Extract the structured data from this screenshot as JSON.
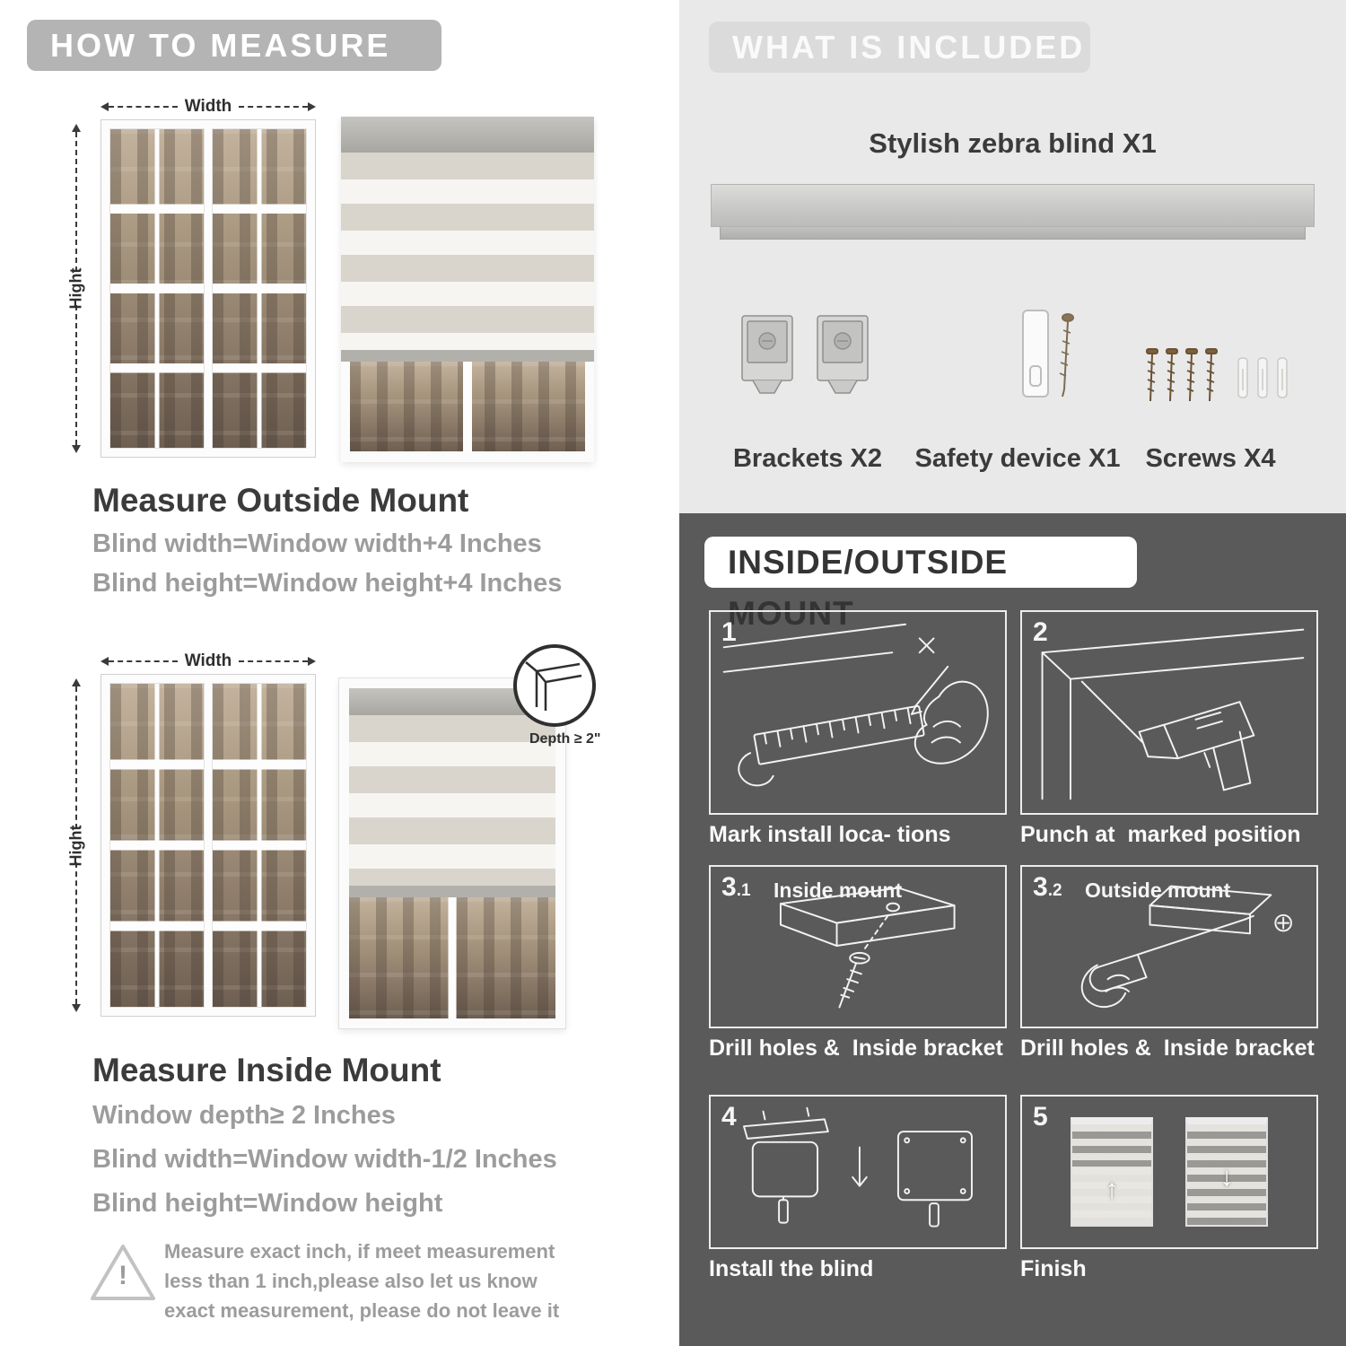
{
  "colors": {
    "pill_gray": "#b4b4b4",
    "panel_light": "#e9e9e9",
    "panel_dark": "#5a5a5a",
    "heading_text": "#3b3b3b",
    "muted_text": "#9c9c9c"
  },
  "left": {
    "header": "HOW TO MEASURE",
    "outside": {
      "width_label": "Width",
      "height_label": "Hight",
      "heading": "Measure Outside Mount",
      "lines": [
        "Blind width=Window width+4 Inches",
        "Blind height=Window height+4 Inches"
      ]
    },
    "inside": {
      "width_label": "Width",
      "height_label": "Hight",
      "depth_callout": "Depth ≥ 2\"",
      "heading": "Measure Inside Mount",
      "lines": [
        "Window depth≥ 2 Inches",
        "Blind width=Window width-1/2 Inches",
        "Blind height=Window height"
      ]
    },
    "note": {
      "warning_glyph": "!",
      "text": "Measure exact inch, if meet measurement less than 1 inch,please also let us know exact measurement, please do not leave it"
    }
  },
  "right": {
    "included": {
      "header": "WHAT IS INCLUDED",
      "blind_label": "Stylish zebra blind X1",
      "items": [
        {
          "label": "Brackets X2",
          "icon": "brackets-icon"
        },
        {
          "label": "Safety device X1",
          "icon": "safety-device-icon"
        },
        {
          "label": "Screws X4",
          "icon": "screws-icon"
        }
      ]
    },
    "mount": {
      "header": "INSIDE/OUTSIDE MOUNT",
      "steps": [
        {
          "num": "1",
          "caption": "Mark install loca- tions"
        },
        {
          "num": "2",
          "caption": "Punch at  marked position"
        },
        {
          "num": "3",
          "sub": ".1",
          "title": "Inside mount",
          "caption": "Drill holes &  Inside bracket"
        },
        {
          "num": "3",
          "sub": ".2",
          "title": "Outside mount",
          "caption": "Drill holes &  Inside bracket"
        },
        {
          "num": "4",
          "caption": "Install the blind"
        },
        {
          "num": "5",
          "caption": "Finish"
        }
      ],
      "arrows": {
        "up": "↑",
        "down": "↓"
      }
    }
  }
}
